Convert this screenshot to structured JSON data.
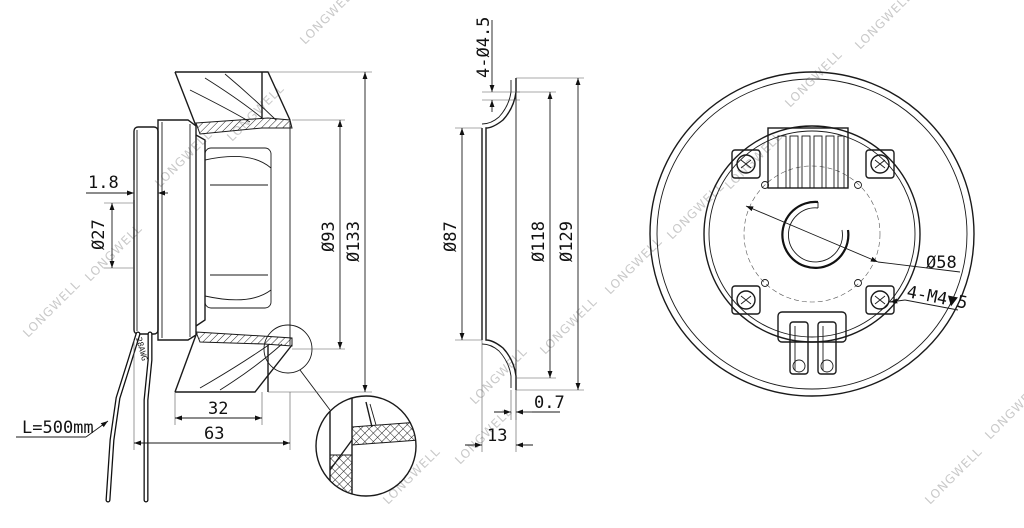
{
  "watermark": "LONGWELL",
  "dimensions": {
    "side_view": {
      "wall": "1.8",
      "hub_dia": "Ø27",
      "inner_dia": "Ø93",
      "outer_dia": "Ø133",
      "depth_inner": "32",
      "depth_total": "63",
      "cable_length": "L=500mm",
      "wire_label": "28AWG"
    },
    "plate_view": {
      "holes": "4-Ø4.5",
      "dia_87": "Ø87",
      "dia_118": "Ø118",
      "dia_129": "Ø129",
      "thickness": "0.7",
      "flange": "13"
    },
    "front_view": {
      "pcd": "Ø58",
      "thread": "4-M4▼5"
    }
  }
}
